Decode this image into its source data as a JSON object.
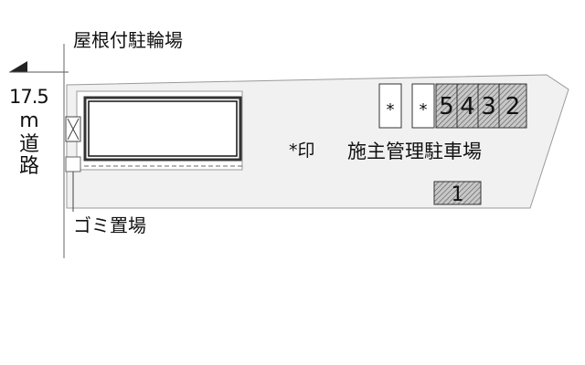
{
  "labels": {
    "bicycle_parking": "屋根付駐輪場",
    "road_width": "17.5",
    "road_unit": "m",
    "road_word": [
      "道",
      "路"
    ],
    "owner_mark_legend": "*印",
    "parking_title": "施主管理駐車場",
    "garbage": "ゴミ置場"
  },
  "parking_slots": [
    {
      "label": "*",
      "hatched": false
    },
    {
      "label": "*",
      "hatched": false
    },
    {
      "label": "5",
      "hatched": true
    },
    {
      "label": "4",
      "hatched": true
    },
    {
      "label": "3",
      "hatched": true
    },
    {
      "label": "2",
      "hatched": true
    }
  ],
  "lower_slot": {
    "label": "1",
    "hatched": true
  },
  "colors": {
    "lot_fill": "#f1f1f1",
    "lot_stroke": "#9a9a9a",
    "building_stroke": "#1a1a1a",
    "hatch": "#555555",
    "hatch_bg": "#c8c8c8"
  }
}
